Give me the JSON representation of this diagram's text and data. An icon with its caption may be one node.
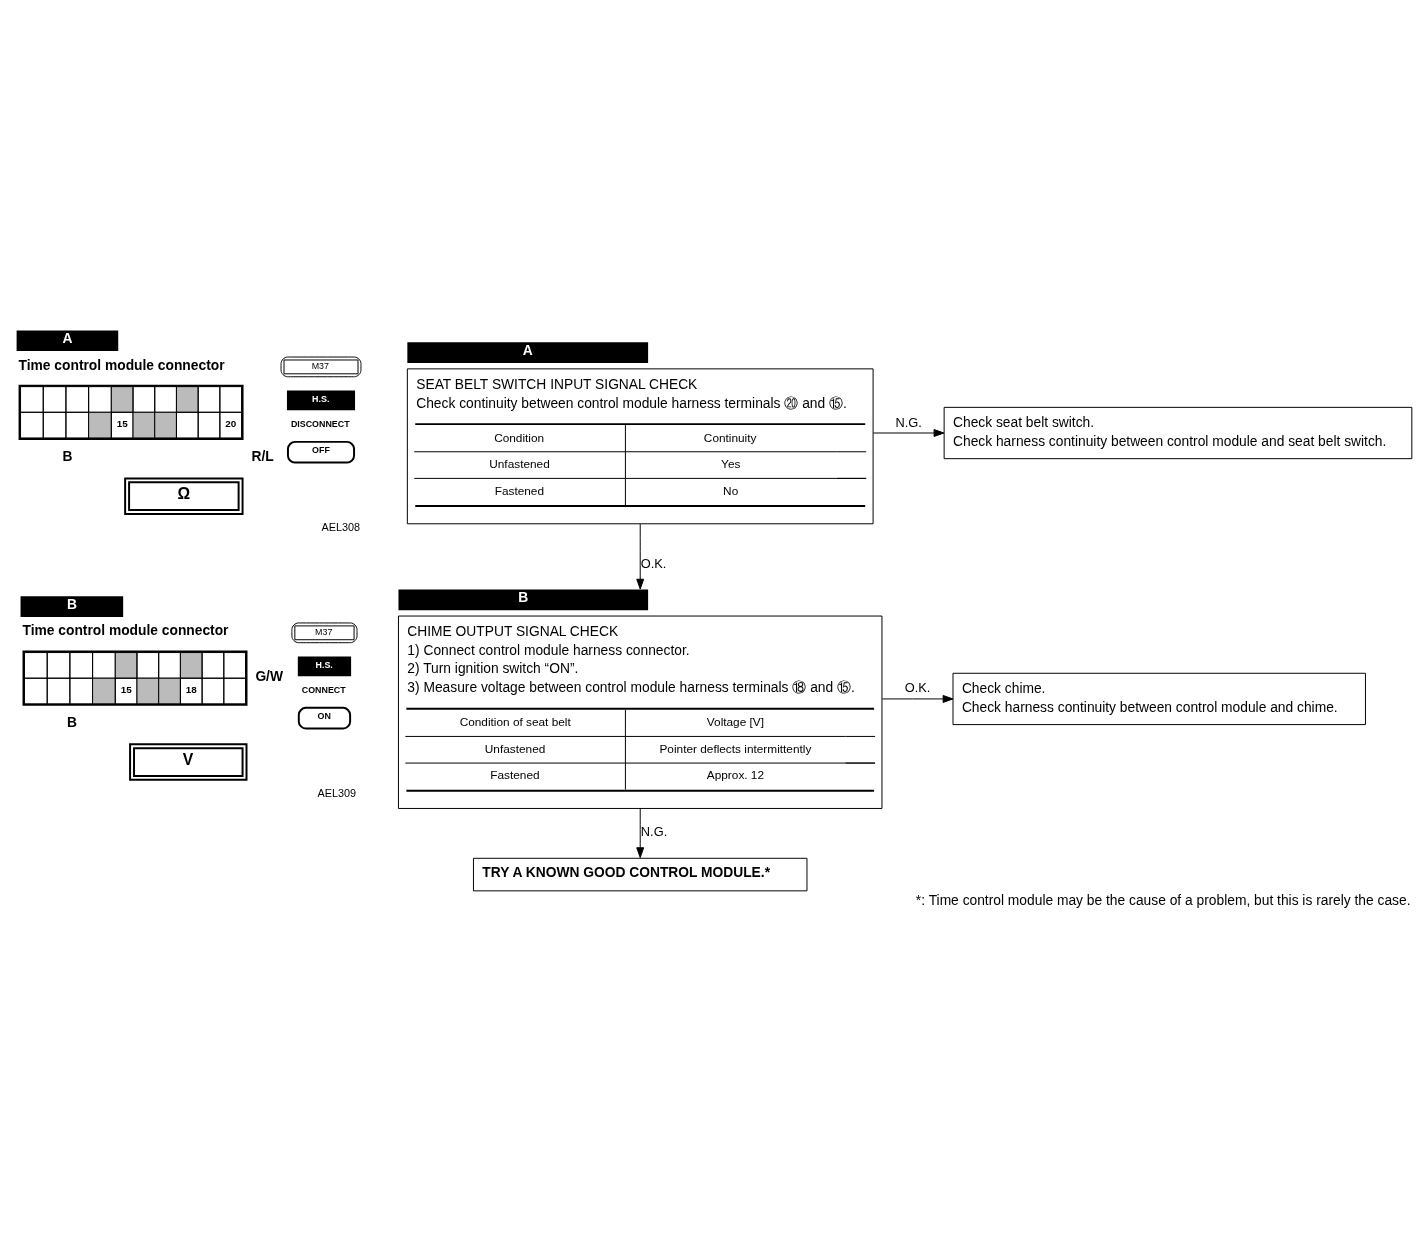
{
  "diagram": {
    "caption": "*: Time control module may be the cause of a problem, but this is rarely the case.",
    "nodes": [
      {
        "text": [
          "SEAT BELT SWITCH INPUT SIGNAL CHECK",
          "Check continuity between control module harness terminals ⑳ and ⑮.",
          "Condition",
          "Continuity",
          "Unfastened",
          "Yes",
          "Fastened",
          "No"
        ],
        "beside": [
          "A"
        ]
      },
      {
        "text": [
          "Check seat belt switch.",
          "Check harness continuity between control module and seat belt switch."
        ]
      },
      {
        "text": [
          "CHIME OUTPUT SIGNAL CHECK",
          "1) Connect control module harness connector.",
          "2) Turn ignition switch “ON”.",
          "3) Measure voltage between control module harness terminals ⑱ and ⑮.",
          "Condition of seat belt",
          "Voltage [V]",
          "Unfastened",
          "Pointer deflects intermittently",
          "Fastened",
          "Approx. 12"
        ],
        "beside": [
          "B"
        ]
      },
      {
        "text": [
          "Check chime.",
          "Check harness continuity between control module and chime."
        ]
      },
      {
        "text": [
          "TRY A KNOWN GOOD CONTROL MODULE.*"
        ]
      }
    ],
    "edges": [
      {
        "from": 0,
        "to": 1,
        "arrow": "to",
        "label": "N.G."
      },
      {
        "from": 0,
        "to": 2,
        "arrow": "to",
        "label": "O.K."
      },
      {
        "from": 2,
        "to": 3,
        "arrow": "to",
        "label": "O.K."
      },
      {
        "from": 2,
        "to": 4,
        "arrow": "to",
        "label": "N.G."
      }
    ],
    "labels": [
      "A",
      "Time control module connector",
      "M37",
      "15",
      "20",
      "B",
      "R/L",
      "Ω",
      "H.S.",
      "DISCONNECT",
      "OFF",
      "AEL308",
      "B",
      "Time control module connector",
      "M37",
      "G/W",
      "15",
      "18",
      "B",
      "V",
      "H.S.",
      "CONNECT",
      "ON",
      "AEL309"
    ]
  }
}
